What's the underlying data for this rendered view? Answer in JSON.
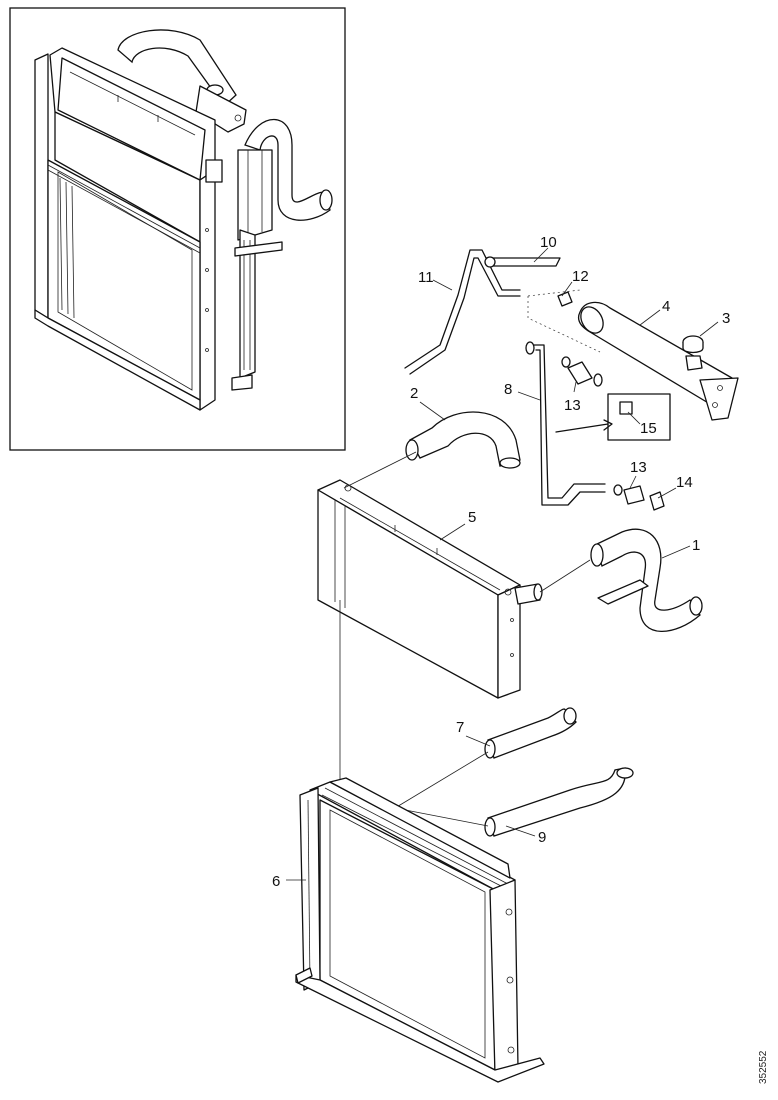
{
  "callouts": [
    {
      "number": "1",
      "part": "hose"
    },
    {
      "number": "2",
      "part": "hose"
    },
    {
      "number": "3",
      "part": "cap"
    },
    {
      "number": "4",
      "part": "expansion-tank"
    },
    {
      "number": "5",
      "part": "charge-air-cooler"
    },
    {
      "number": "6",
      "part": "radiator"
    },
    {
      "number": "7",
      "part": "hose"
    },
    {
      "number": "8",
      "part": "pipe"
    },
    {
      "number": "9",
      "part": "hose"
    },
    {
      "number": "10",
      "part": "bracket"
    },
    {
      "number": "11",
      "part": "pipe"
    },
    {
      "number": "12",
      "part": "hose-clamp"
    },
    {
      "number": "13",
      "part": "hose"
    },
    {
      "number": "14",
      "part": "hose-clamp"
    },
    {
      "number": "15",
      "part": "clip"
    }
  ],
  "drawing_number": "352552"
}
